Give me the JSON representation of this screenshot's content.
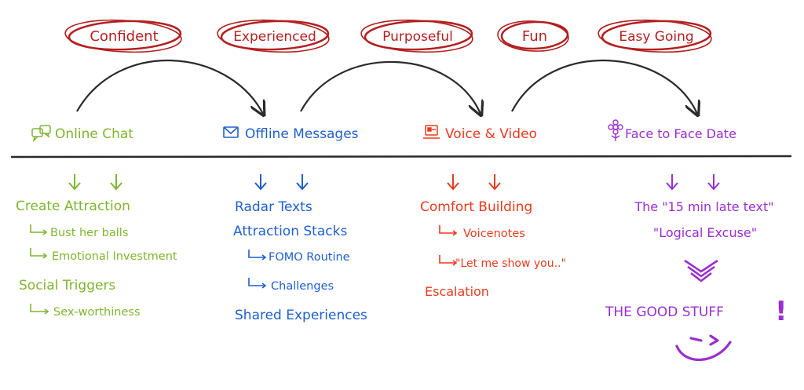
{
  "colors": {
    "traits": "#b32020",
    "green": "#7fb530",
    "blue": "#1f5fcf",
    "red": "#ea3a1e",
    "purple": "#9a2fd0",
    "line": "#2a2a2a"
  },
  "traits": [
    "Confident",
    "Experienced",
    "Purposeful",
    "Fun",
    "Easy Going"
  ],
  "stages": [
    {
      "label": "Online Chat",
      "icon": "chat-bubbles-icon"
    },
    {
      "label": "Offline Messages",
      "icon": "envelope-icon"
    },
    {
      "label": "Voice & Video",
      "icon": "video-call-icon"
    },
    {
      "label": "Face to Face Date",
      "icon": "flower-icon"
    }
  ],
  "columns": {
    "online": {
      "create_attraction": "Create Attraction",
      "bust_her_balls": "Bust her balls",
      "emotional_investment": "Emotional Investment",
      "social_triggers": "Social Triggers",
      "sex_worthiness": "Sex-worthiness"
    },
    "offline": {
      "radar_texts": "Radar Texts",
      "attraction_stacks": "Attraction Stacks",
      "fomo_routine": "FOMO Routine",
      "challenges": "Challenges",
      "shared_experiences": "Shared Experiences"
    },
    "voice": {
      "comfort_building": "Comfort Building",
      "voicenotes": "Voicenotes",
      "let_me_show_you": "\"Let me show you..\"",
      "escalation": "Escalation"
    },
    "date": {
      "late_text": "The \"15 min late text\"",
      "logical_excuse": "\"Logical Excuse\"",
      "good_stuff": "THE GOOD STUFF",
      "exclamation": "!"
    }
  }
}
